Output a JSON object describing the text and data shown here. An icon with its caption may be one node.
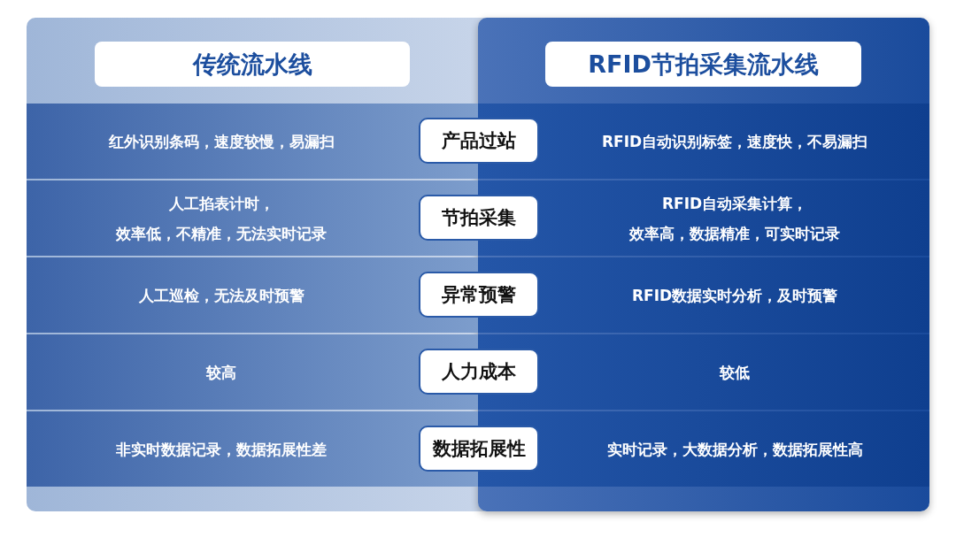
{
  "diagram": {
    "nodes": [
      {
        "text": [
          "传统流水线"
        ]
      },
      {
        "text": [
          "RFID节拍采集流水线"
        ]
      },
      {
        "text": [
          "产品过站"
        ]
      },
      {
        "text": [
          "节拍采集"
        ]
      },
      {
        "text": [
          "异常预警"
        ]
      },
      {
        "text": [
          "人力成本"
        ]
      },
      {
        "text": [
          "数据拓展性"
        ]
      }
    ],
    "edges": [],
    "labels": [
      "红外识别条码，速度较慢，易漏扫",
      "RFID自动识别标签，速度快，不易漏扫",
      "人工掐表计时，效率低，不精准，无法实时记录",
      "RFID自动采集计算，效率高，数据精准，可实时记录",
      "人工巡检，无法及时预警",
      "RFID数据实时分析，及时预警",
      "较高",
      "较低",
      "非实时数据记录，数据拓展性差",
      "实时记录，大数据分析，数据拓展性高"
    ]
  }
}
